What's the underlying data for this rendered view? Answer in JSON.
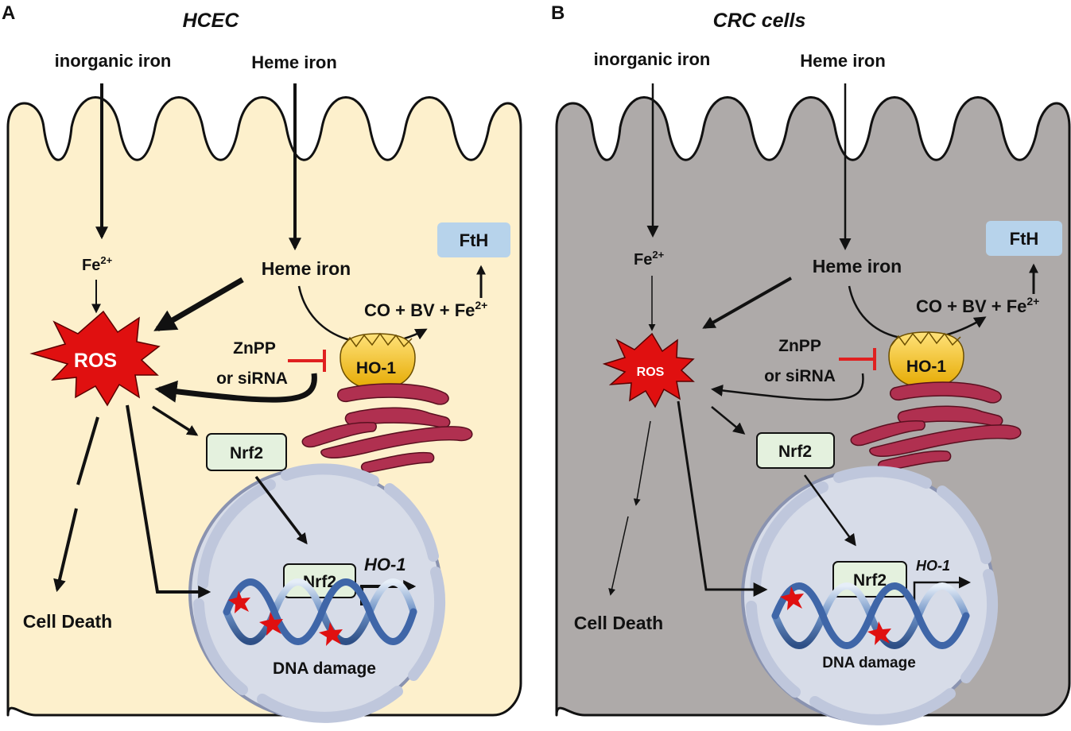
{
  "colors": {
    "panel_a_cell": "#fdf0cc",
    "panel_b_cell": "#aeaaa9",
    "ros_fill": "#e01010",
    "ho1_fill": "#f5c400",
    "golgi_fill": "#b03050",
    "nucleus_fill": "#d7dce8",
    "fth_fill": "#b7d3eb",
    "nrf2_fill": "#e4f1de",
    "inhibit": "#e02020"
  },
  "panels": [
    {
      "letter": "A",
      "title": "HCEC",
      "inorganic_iron": "inorganic iron",
      "heme_iron_top": "Heme iron",
      "fe2": "Fe",
      "fe2_sup": "2+",
      "heme_iron": "Heme iron",
      "fth": "FtH",
      "products": "CO + BV + Fe",
      "products_sup": "2+",
      "ros": "ROS",
      "znpp": "ZnPP",
      "sirna": "or siRNA",
      "ho1": "HO-1",
      "nrf2": "Nrf2",
      "nrf2_nucleus": "Nrf2",
      "ho1_gene": "HO-1",
      "dna_damage": "DNA damage",
      "cell_death": "Cell Death"
    },
    {
      "letter": "B",
      "title": "CRC cells",
      "inorganic_iron": "inorganic iron",
      "heme_iron_top": "Heme iron",
      "fe2": "Fe",
      "fe2_sup": "2+",
      "heme_iron": "Heme iron",
      "fth": "FtH",
      "products": "CO + BV + Fe",
      "products_sup": "2+",
      "ros": "ROS",
      "znpp": "ZnPP",
      "sirna": "or siRNA",
      "ho1": "HO-1",
      "nrf2": "Nrf2",
      "nrf2_nucleus": "Nrf2",
      "ho1_gene": "HO-1",
      "dna_damage": "DNA damage",
      "cell_death": "Cell Death"
    }
  ]
}
